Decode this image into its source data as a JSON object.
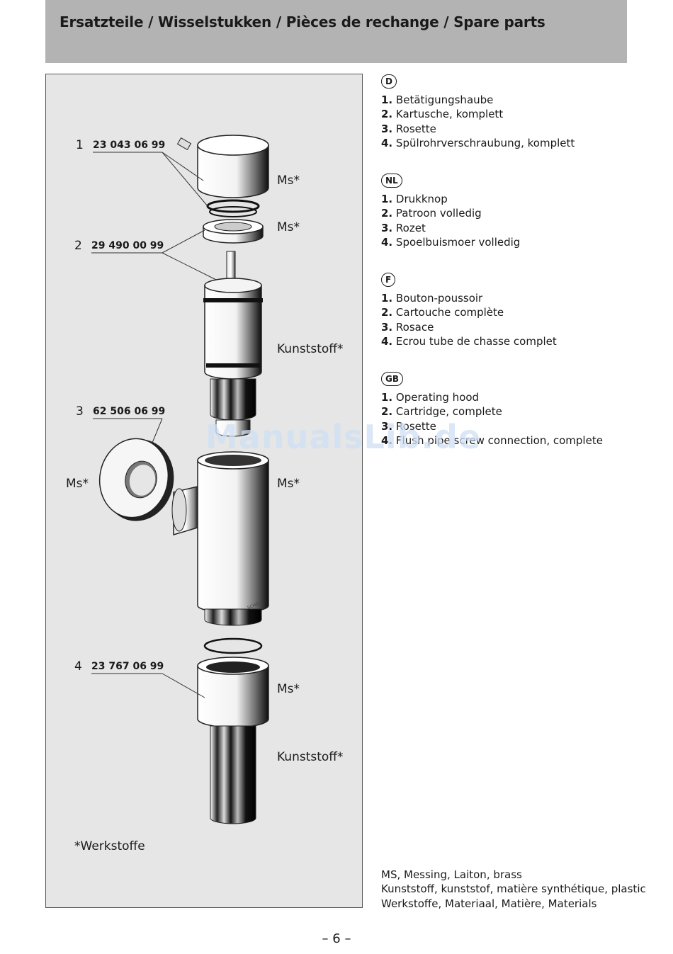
{
  "header": {
    "title": "Ersatzteile / Wisselstukken / Pièces de rechange / Spare parts"
  },
  "figure": {
    "parts": [
      {
        "index": "1",
        "number": "23 043 06 99"
      },
      {
        "index": "2",
        "number": "29 490 00 99"
      },
      {
        "index": "3",
        "number": "62 506 06 99"
      },
      {
        "index": "4",
        "number": "23 767 06 99"
      }
    ],
    "materials": [
      "Ms*",
      "Ms*",
      "Kunststoff*",
      "Ms*",
      "Ms*",
      "Ms*",
      "Kunststoff*"
    ],
    "footnote": "*Werkstoffe",
    "engraving": "SCHELL"
  },
  "legend": [
    {
      "lang": "D",
      "items": [
        {
          "num": "1.",
          "text": "Betätigungshaube"
        },
        {
          "num": "2.",
          "text": "Kartusche, komplett"
        },
        {
          "num": "3.",
          "text": "Rosette"
        },
        {
          "num": "4.",
          "text": "Spülrohrverschraubung, komplett"
        }
      ]
    },
    {
      "lang": "NL",
      "items": [
        {
          "num": "1.",
          "text": "Drukknop"
        },
        {
          "num": "2.",
          "text": "Patroon volledig"
        },
        {
          "num": "3.",
          "text": "Rozet"
        },
        {
          "num": "4.",
          "text": "Spoelbuismoer volledig"
        }
      ]
    },
    {
      "lang": "F",
      "items": [
        {
          "num": "1.",
          "text": "Bouton-poussoir"
        },
        {
          "num": "2.",
          "text": "Cartouche complète"
        },
        {
          "num": "3.",
          "text": "Rosace"
        },
        {
          "num": "4.",
          "text": "Ecrou tube de chasse complet"
        }
      ]
    },
    {
      "lang": "GB",
      "items": [
        {
          "num": "1.",
          "text": "Operating hood"
        },
        {
          "num": "2.",
          "text": "Cartridge, complete"
        },
        {
          "num": "3.",
          "text": "Rosette"
        },
        {
          "num": "4.",
          "text": "Flush pipe screw connection, complete"
        }
      ]
    }
  ],
  "materials_note": [
    "MS, Messing, Laiton, brass",
    "Kunststoff, kunststof, matière synthétique, plastic",
    "Werkstoffe, Materiaal, Matière, Materials"
  ],
  "page_number": "– 6 –",
  "watermark": "ManualsLib.de"
}
